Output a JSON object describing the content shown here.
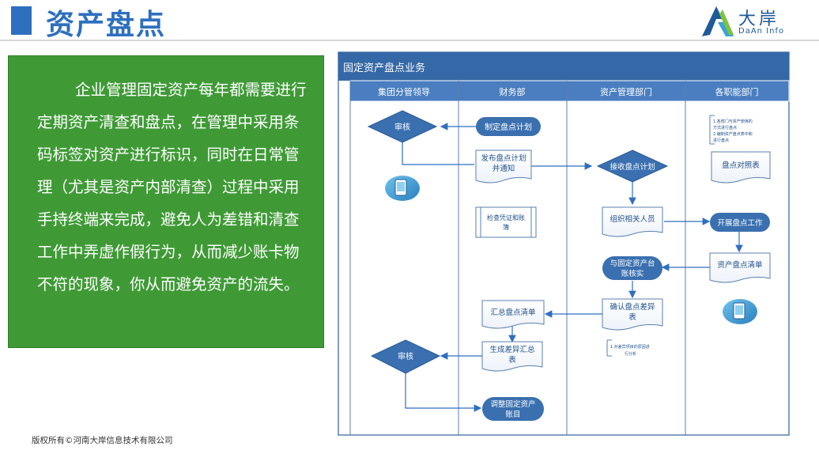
{
  "header": {
    "title": "资产盘点"
  },
  "logo": {
    "cn": "大岸",
    "en": "DaAn Info"
  },
  "intro": {
    "text": "企业管理固定资产每年都需要进行定期资产清查和盘点，在管理中采用条码标签对资产进行标识，同时在日常管理（尤其是资产内部清查）过程中采用手持终端来完成，避免人为差错和清查工作中弄虚作假行为，从而减少账卡物不符的现象，你从而避免资产的流失。"
  },
  "diagram": {
    "title": "固定资产盘点业务",
    "lanes": [
      "集团分管领导",
      "财务部",
      "资产管理部门",
      "各职能部门"
    ],
    "nodes": {
      "review_1": "审核",
      "make_plan": "制定盘点计划",
      "publish_plan_1": "发布盘点计划",
      "publish_plan_2": "并通知",
      "check_voucher_1": "检查凭证和账",
      "check_voucher_2": "簿",
      "receive_plan": "接收盘点计划",
      "organize_staff": "组织相关人员",
      "start_count": "开展盘点工作",
      "compare_1": "盘点对照表",
      "asset_list": "资产盘点清单",
      "verify_1": "与固定资产台",
      "verify_2": "账核实",
      "confirm_1": "确认盘点差异",
      "confirm_2": "表",
      "summary_list": "汇总盘点清单",
      "diff_summary_1": "生成差异汇总",
      "diff_summary_2": "表",
      "review_2": "审核",
      "adjust_1": "调整固定资产",
      "adjust_2": "账目"
    },
    "notes": {
      "dept_1": "1.各部门与资产使用的",
      "dept_2": "方式进行盘点",
      "dept_3": "2.编制资产盘点表中和",
      "dept_4": "进行盘点",
      "mgmt_1": "1.对差异项目的原因进",
      "mgmt_2": "行分析"
    }
  },
  "footer": {
    "copyright": "版权所有©河南大岸信息技术有限公司"
  }
}
